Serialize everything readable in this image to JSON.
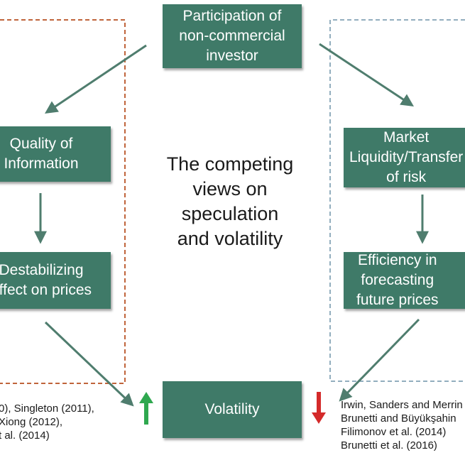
{
  "diagram": {
    "title": "The competing\nviews on\nspeculation\nand volatility",
    "nodes": {
      "top": "Participation of\nnon-commercial\ninvestor",
      "left1": "Quality of\nInformation",
      "left2": "Destabilizing\neffect on prices",
      "right1": "Market\nLiquidity/Transfer\nof risk",
      "right2": "Efficiency in\nforecasting\nfuture prices",
      "bottom": "Volatility"
    },
    "references_left": "0), Singleton (2011),\nXiong (2012),\nt al. (2014)",
    "references_right": "Irwin, Sanders and Merrin\nBrunetti and Büyükşahin\nFilimonov et al. (2014)\nBrunetti et al. (2016)",
    "colors": {
      "box_fill": "#3f7a68",
      "connector": "#4f7d6e",
      "left_border": "#c0643b",
      "right_border": "#6e93a8",
      "up_arrow": "#2fa84f",
      "down_arrow": "#d42a2a"
    },
    "icons": {
      "up": "green-up-arrow-icon",
      "down": "red-down-arrow-icon"
    }
  }
}
